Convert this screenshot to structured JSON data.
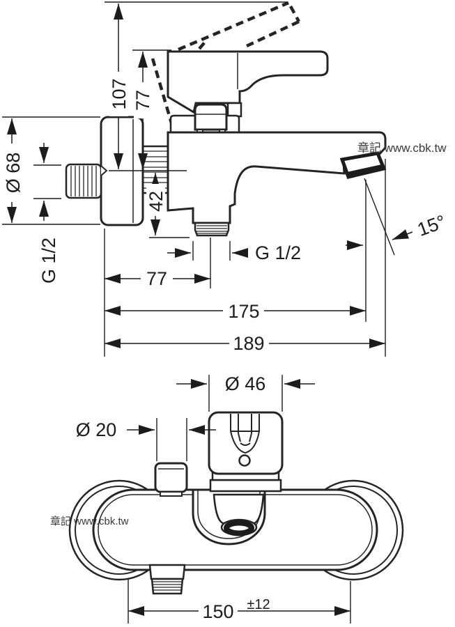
{
  "colors": {
    "ink": "#242424",
    "dimension_line": "#1c1c1c",
    "watermark": "#3a3a3a",
    "background": "#ffffff"
  },
  "watermarks": {
    "side": "章記 www.cbk.tw",
    "bottom": "章記 www.cbk.tw"
  },
  "side_view": {
    "height_open": "107",
    "height_lever": "77",
    "escutcheon_diameter": "Ø 68",
    "inlet_thread": "G 1/2",
    "outlet_offset": "42",
    "outlet_thread": "G 1/2",
    "depth_to_outlet": "77",
    "depth_to_spray": "175",
    "depth_total": "189",
    "spray_angle": "15°"
  },
  "bottom_view": {
    "handle_diameter": "Ø 46",
    "diverter_diameter": "Ø 20",
    "connection_distance": "150",
    "connection_tolerance": "±12"
  }
}
